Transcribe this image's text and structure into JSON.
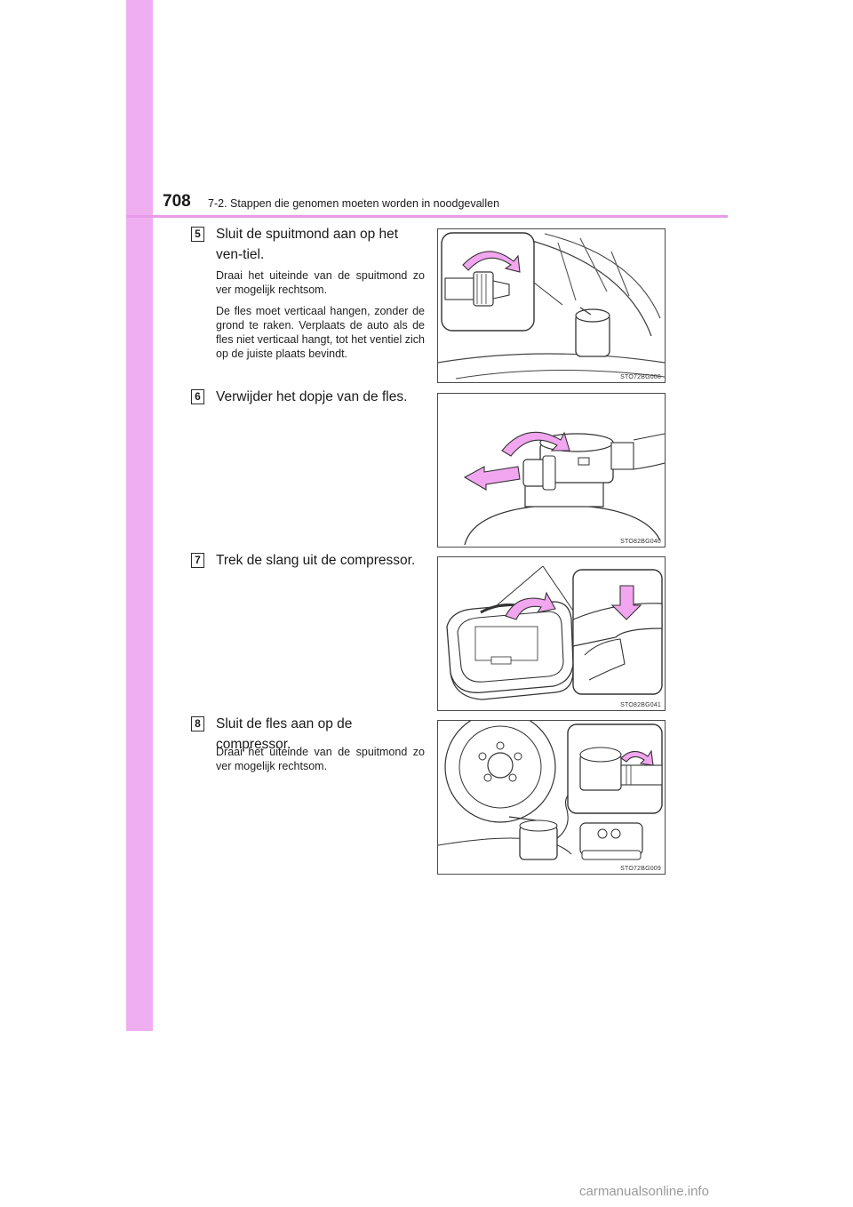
{
  "header": {
    "page_number": "708",
    "section_title": "7-2. Stappen die genomen moeten worden in noodgevallen"
  },
  "steps": [
    {
      "marker": "5",
      "title": "Sluit de spuitmond aan op het ven-tiel.",
      "body": [
        "Draai het uiteinde van de spuitmond zo ver mogelijk rechtsom.",
        "De fles moet verticaal hangen, zonder de grond te raken. Verplaats de auto als de fles niet verticaal hangt, tot het ventiel zich op de juiste plaats bevindt."
      ],
      "figure_code": "STO72BG008"
    },
    {
      "marker": "6",
      "title": "Verwijder het dopje van de fles.",
      "body": [],
      "figure_code": "STO82BG040"
    },
    {
      "marker": "7",
      "title": "Trek de slang uit de compressor.",
      "body": [],
      "figure_code": "STO82BG041"
    },
    {
      "marker": "8",
      "title": "Sluit de fles aan op de compressor.",
      "body": [
        "Draai het uiteinde van de spuitmond zo ver mogelijk rechtsom."
      ],
      "figure_code": "STO72BG009"
    }
  ],
  "watermark": "carmanualsonline.info",
  "colors": {
    "sidebar": "#eeaef0",
    "header_rule": "#e79be9",
    "arrow_fill": "#f2a6f0",
    "arrow_stroke": "#333333"
  }
}
